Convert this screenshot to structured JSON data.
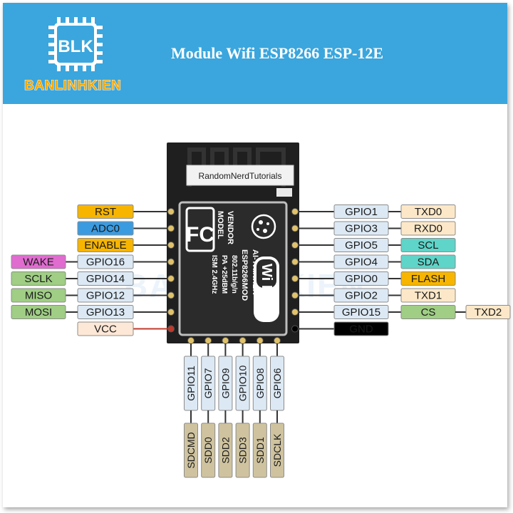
{
  "header": {
    "title": "Module Wifi ESP8266 ESP-12E",
    "brand_mark": "BLK",
    "brand_name": "BANLINHKIEN"
  },
  "watermark": "BANLINHKIEN",
  "module": {
    "sticker": "RandomNerdTutorials",
    "fc_mark": "FC",
    "model_lines": [
      "MODEL",
      "VENDOR"
    ],
    "model_values": [
      "ESP8266MOD",
      "AI-THINKER"
    ],
    "spec_lines": [
      "ISM  2.4GHz",
      "PA  +25dBM",
      "802.11b/g/n"
    ],
    "wifi_mark": "Wi Fi"
  },
  "colors": {
    "banner": "#3aa6dd",
    "gpio": "#dce9f5",
    "special": "#f7b500",
    "adc": "#3b9be0",
    "wake": "#e06cd0",
    "spi": "#9fce84",
    "vcc": "#fde7d6",
    "uart": "#fce8c8",
    "i2c": "#5fd4c8",
    "gnd": "#000000",
    "sd": "#cfc39f"
  },
  "left_pins": [
    {
      "name": "RST",
      "func": "",
      "kind": "special"
    },
    {
      "name": "ADC0",
      "func": "",
      "kind": "adc"
    },
    {
      "name": "ENABLE",
      "func": "",
      "kind": "special"
    },
    {
      "name": "GPIO16",
      "func": "WAKE",
      "kind": "gpio",
      "func_kind": "wake"
    },
    {
      "name": "GPIO14",
      "func": "SCLK",
      "kind": "gpio",
      "func_kind": "spi"
    },
    {
      "name": "GPIO12",
      "func": "MISO",
      "kind": "gpio",
      "func_kind": "spi"
    },
    {
      "name": "GPIO13",
      "func": "MOSI",
      "kind": "gpio",
      "func_kind": "spi"
    },
    {
      "name": "VCC",
      "func": "",
      "kind": "vcc"
    }
  ],
  "right_pins": [
    {
      "name": "GPIO1",
      "func": "TXD0",
      "func2": "",
      "func_kind": "uart"
    },
    {
      "name": "GPIO3",
      "func": "RXD0",
      "func2": "",
      "func_kind": "uart"
    },
    {
      "name": "GPIO5",
      "func": "SCL",
      "func2": "",
      "func_kind": "i2c"
    },
    {
      "name": "GPIO4",
      "func": "SDA",
      "func2": "",
      "func_kind": "i2c"
    },
    {
      "name": "GPIO0",
      "func": "FLASH",
      "func2": "",
      "func_kind": "special"
    },
    {
      "name": "GPIO2",
      "func": "TXD1",
      "func2": "",
      "func_kind": "uart"
    },
    {
      "name": "GPIO15",
      "func": "CS",
      "func2": "TXD2",
      "func_kind": "spi"
    },
    {
      "name": "GND",
      "func": "",
      "func2": "",
      "func_kind": "gnd"
    }
  ],
  "bottom_pins": [
    {
      "name": "GPIO11",
      "func": "SDCMD"
    },
    {
      "name": "GPIO7",
      "func": "SDD0"
    },
    {
      "name": "GPIO9",
      "func": "SDD2"
    },
    {
      "name": "GPIO10",
      "func": "SDD3"
    },
    {
      "name": "GPIO8",
      "func": "SDD1"
    },
    {
      "name": "GPIO6",
      "func": "SDCLK"
    }
  ]
}
